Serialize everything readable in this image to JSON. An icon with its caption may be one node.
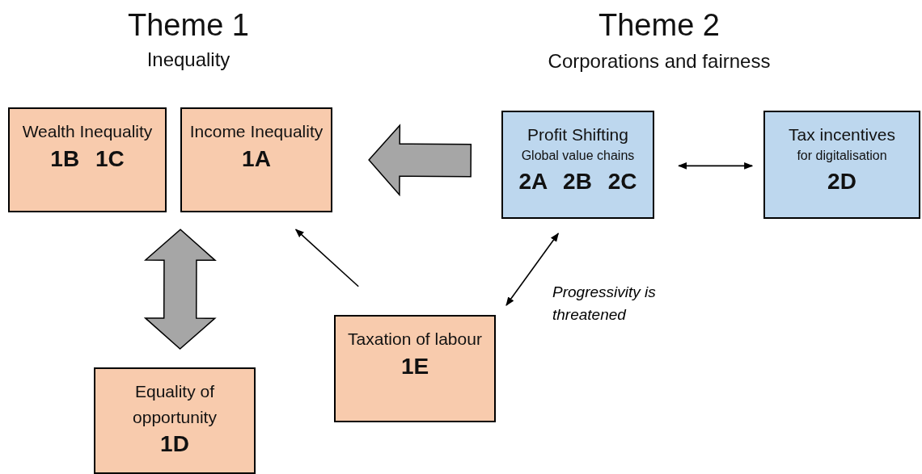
{
  "diagram": {
    "nodes": [
      {
        "text": [
          "Wealth Inequality",
          "1B 1C"
        ]
      },
      {
        "text": [
          "Income Inequality",
          "1A"
        ]
      },
      {
        "text": [
          "Profit Shifting",
          "Global value chains",
          "2A 2B 2C"
        ]
      },
      {
        "text": [
          "Tax incentives",
          "for digitalisation",
          "2D"
        ]
      },
      {
        "text": [
          "Equality of opportunity",
          "1D"
        ]
      },
      {
        "text": [
          "Taxation of labour",
          "1E"
        ]
      }
    ],
    "edges": [
      {
        "from": 2,
        "to": 1,
        "arrow": "to",
        "style": "thick",
        "color": "#a6a6a6"
      },
      {
        "from": 0,
        "to": 4,
        "arrow": "both",
        "style": "thick",
        "color": "#a6a6a6"
      },
      {
        "from": 5,
        "to": 1,
        "arrow": "to"
      },
      {
        "from": 2,
        "to": 3,
        "arrow": "both"
      },
      {
        "from": 2,
        "to": 5,
        "arrow": "both",
        "label": "Progressivity is threatened"
      }
    ],
    "labels": [
      "Theme 1",
      "Inequality",
      "Theme 2",
      "Corporations and fairness"
    ]
  }
}
